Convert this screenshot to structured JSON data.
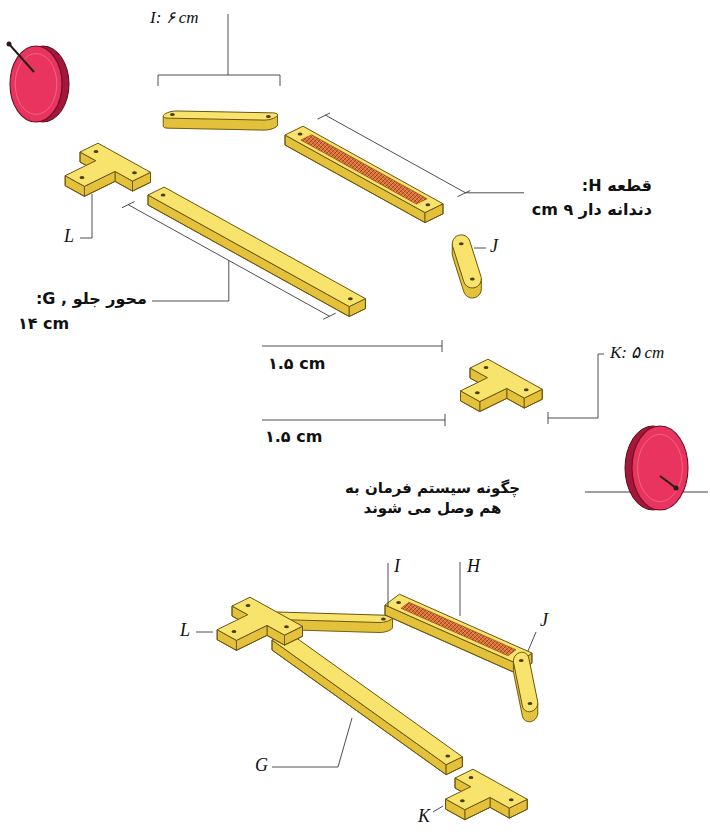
{
  "diagram": {
    "title": "چگونه سیستم فرمان به هم وصل می شوند",
    "labels": [
      "I: ۶ cm",
      "قطعه H:",
      "دندانه دار ۹ cm",
      "L",
      "J",
      "محور جلو , G:",
      "۱۴ cm",
      "K: ۵ cm",
      "۱.۵ cm",
      "۱.۵ cm",
      "I",
      "H",
      "L",
      "J",
      "G",
      "K"
    ]
  }
}
